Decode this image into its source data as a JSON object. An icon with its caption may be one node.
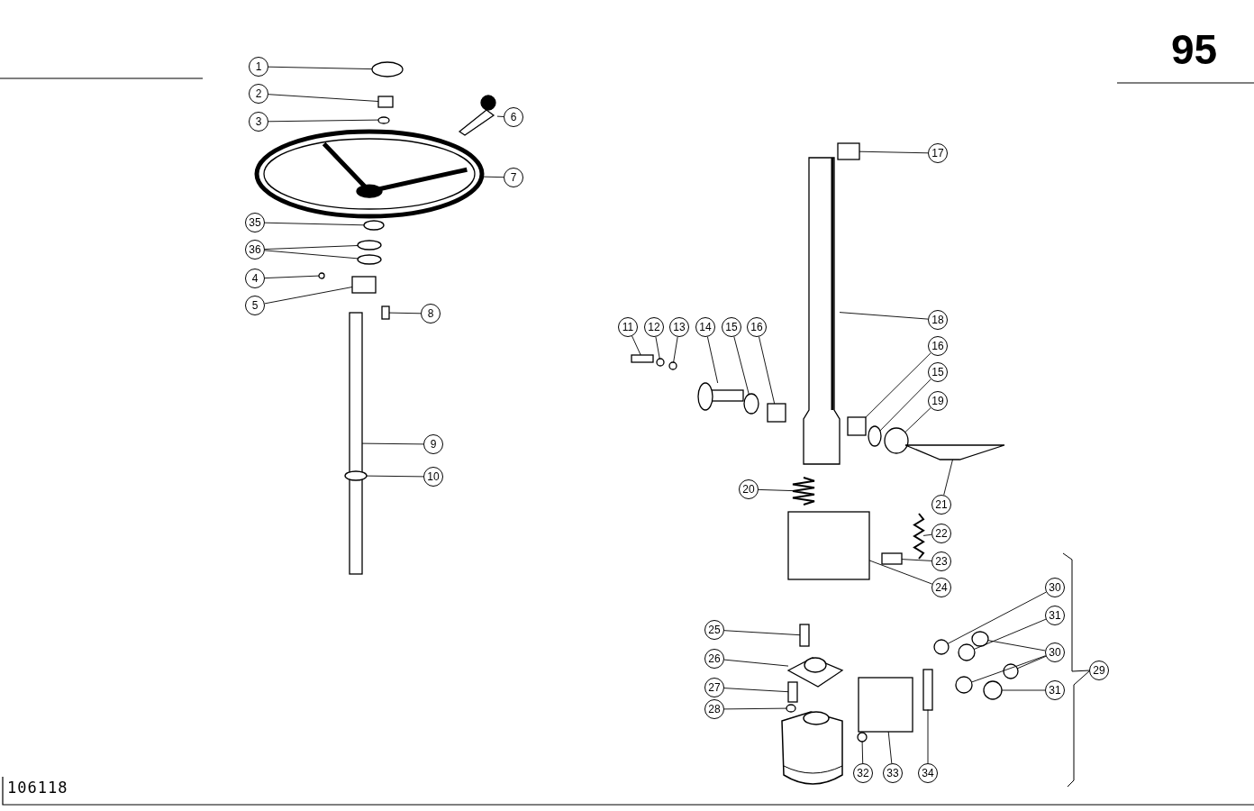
{
  "diagram": {
    "nodes": [
      {
        "text": [
          "1"
        ]
      },
      {
        "text": [
          "2"
        ]
      },
      {
        "text": [
          "3"
        ]
      },
      {
        "text": [
          "6"
        ]
      },
      {
        "text": [
          "7"
        ]
      },
      {
        "text": [
          "35"
        ]
      },
      {
        "text": [
          "36"
        ]
      },
      {
        "text": [
          "4"
        ]
      },
      {
        "text": [
          "5"
        ]
      },
      {
        "text": [
          "8"
        ]
      },
      {
        "text": [
          "9"
        ]
      },
      {
        "text": [
          "10"
        ]
      },
      {
        "text": [
          "17"
        ]
      },
      {
        "text": [
          "11"
        ]
      },
      {
        "text": [
          "12"
        ]
      },
      {
        "text": [
          "13"
        ]
      },
      {
        "text": [
          "14"
        ]
      },
      {
        "text": [
          "15"
        ]
      },
      {
        "text": [
          "16"
        ]
      },
      {
        "text": [
          "18"
        ]
      },
      {
        "text": [
          "16"
        ]
      },
      {
        "text": [
          "15"
        ]
      },
      {
        "text": [
          "19"
        ]
      },
      {
        "text": [
          "20"
        ]
      },
      {
        "text": [
          "21"
        ]
      },
      {
        "text": [
          "22"
        ]
      },
      {
        "text": [
          "23"
        ]
      },
      {
        "text": [
          "24"
        ]
      },
      {
        "text": [
          "30"
        ]
      },
      {
        "text": [
          "31"
        ]
      },
      {
        "text": [
          "25"
        ]
      },
      {
        "text": [
          "26"
        ]
      },
      {
        "text": [
          "30"
        ]
      },
      {
        "text": [
          "29"
        ]
      },
      {
        "text": [
          "27"
        ]
      },
      {
        "text": [
          "31"
        ]
      },
      {
        "text": [
          "28"
        ]
      },
      {
        "text": [
          "32"
        ]
      },
      {
        "text": [
          "33"
        ]
      },
      {
        "text": [
          "34"
        ]
      },
      {
        "text": [],
        "shape": "circle"
      },
      {
        "text": [],
        "shape": "box"
      },
      {
        "text": [],
        "shape": "circle"
      },
      {
        "text": [],
        "shape": "picture"
      },
      {
        "text": [],
        "shape": "picture"
      },
      {
        "text": [],
        "shape": "circle"
      },
      {
        "text": [],
        "shape": "circle"
      },
      {
        "text": [],
        "shape": "circle"
      },
      {
        "text": [],
        "shape": "circle"
      },
      {
        "text": [],
        "shape": "box"
      },
      {
        "text": [],
        "shape": "box"
      },
      {
        "text": [],
        "shape": "box"
      },
      {
        "text": [],
        "shape": "circle"
      },
      {
        "text": [],
        "shape": "box"
      },
      {
        "text": [],
        "shape": "picture"
      },
      {
        "text": [],
        "shape": "box"
      },
      {
        "text": [],
        "shape": "circle"
      },
      {
        "text": [],
        "shape": "circle"
      },
      {
        "text": [],
        "shape": "picture"
      },
      {
        "text": [],
        "shape": "circle"
      },
      {
        "text": [],
        "shape": "box"
      },
      {
        "text": [],
        "shape": "box"
      },
      {
        "text": [],
        "shape": "circle"
      },
      {
        "text": [],
        "shape": "circle"
      },
      {
        "text": [],
        "shape": "picture"
      },
      {
        "text": [],
        "shape": "picture"
      },
      {
        "text": [],
        "shape": "picture"
      },
      {
        "text": [],
        "shape": "box"
      },
      {
        "text": [],
        "shape": "box"
      },
      {
        "text": [],
        "shape": "box"
      },
      {
        "text": [],
        "shape": "picture"
      },
      {
        "text": [],
        "shape": "box"
      },
      {
        "text": [],
        "shape": "circle"
      },
      {
        "text": [],
        "shape": "circle"
      },
      {
        "text": [],
        "shape": "circle"
      },
      {
        "text": [],
        "shape": "circle"
      },
      {
        "text": [],
        "shape": "circle"
      },
      {
        "text": [],
        "shape": "circle"
      },
      {
        "text": [],
        "shape": "circle"
      },
      {
        "text": [],
        "shape": "circle"
      },
      {
        "text": [],
        "shape": "box"
      },
      {
        "text": [],
        "shape": "box"
      }
    ],
    "edges": [
      {
        "from": 0,
        "to": 40,
        "arrow": "none"
      },
      {
        "from": 1,
        "to": 41,
        "arrow": "none"
      },
      {
        "from": 2,
        "to": 42,
        "arrow": "none"
      },
      {
        "from": 3,
        "to": 43,
        "arrow": "none"
      },
      {
        "from": 4,
        "to": 44,
        "arrow": "none"
      },
      {
        "from": 5,
        "to": 45,
        "arrow": "none"
      },
      {
        "from": 6,
        "to": 46,
        "arrow": "none"
      },
      {
        "from": 6,
        "to": 47,
        "arrow": "none"
      },
      {
        "from": 7,
        "to": 48,
        "arrow": "none"
      },
      {
        "from": 8,
        "to": 49,
        "arrow": "none"
      },
      {
        "from": 9,
        "to": 50,
        "arrow": "none"
      },
      {
        "from": 10,
        "to": 51,
        "arrow": "none"
      },
      {
        "from": 11,
        "to": 52,
        "arrow": "none"
      },
      {
        "from": 12,
        "to": 53,
        "arrow": "none"
      },
      {
        "from": 13,
        "to": 55,
        "arrow": "none"
      },
      {
        "from": 14,
        "to": 56,
        "arrow": "none"
      },
      {
        "from": 15,
        "to": 57,
        "arrow": "none"
      },
      {
        "from": 16,
        "to": 58,
        "arrow": "none"
      },
      {
        "from": 17,
        "to": 59,
        "arrow": "none"
      },
      {
        "from": 18,
        "to": 60,
        "arrow": "none"
      },
      {
        "from": 19,
        "to": 54,
        "arrow": "none"
      },
      {
        "from": 20,
        "to": 61,
        "arrow": "none"
      },
      {
        "from": 21,
        "to": 62,
        "arrow": "none"
      },
      {
        "from": 22,
        "to": 63,
        "arrow": "none"
      },
      {
        "from": 23,
        "to": 64,
        "arrow": "none"
      },
      {
        "from": 24,
        "to": 65,
        "arrow": "none"
      },
      {
        "from": 25,
        "to": 66,
        "arrow": "none"
      },
      {
        "from": 26,
        "to": 67,
        "arrow": "none"
      },
      {
        "from": 27,
        "to": 68,
        "arrow": "none"
      },
      {
        "from": 28,
        "to": 73,
        "arrow": "none"
      },
      {
        "from": 29,
        "to": 74,
        "arrow": "none"
      },
      {
        "from": 30,
        "to": 69,
        "arrow": "none"
      },
      {
        "from": 31,
        "to": 70,
        "arrow": "none"
      },
      {
        "from": 32,
        "to": 75,
        "arrow": "none"
      },
      {
        "from": 32,
        "to": 76,
        "arrow": "none"
      },
      {
        "from": 32,
        "to": 77,
        "arrow": "none"
      },
      {
        "from": 34,
        "to": 71,
        "arrow": "none"
      },
      {
        "from": 35,
        "to": 78,
        "arrow": "none"
      },
      {
        "from": 36,
        "to": 72,
        "arrow": "none"
      },
      {
        "from": 37,
        "to": 79,
        "arrow": "none"
      },
      {
        "from": 38,
        "to": 80,
        "arrow": "none"
      },
      {
        "from": 39,
        "to": 81,
        "arrow": "none"
      }
    ],
    "labels": [
      "95",
      "106118"
    ]
  }
}
